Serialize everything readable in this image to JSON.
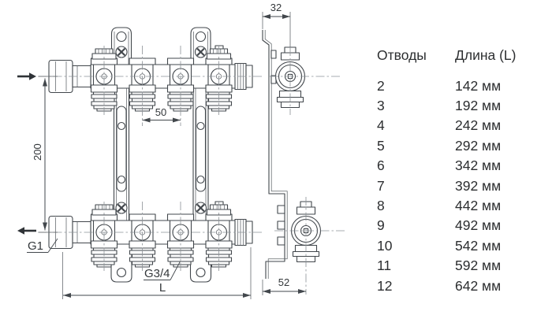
{
  "drawing": {
    "dims": {
      "height": "200",
      "spacing": "50",
      "depth_top": "32",
      "depth_bottom": "52",
      "length": "L"
    },
    "threads": {
      "main": "G1",
      "outlet": "G3/4"
    }
  },
  "table": {
    "header": {
      "outlets": "Отводы",
      "length": "Длина (L)"
    },
    "rows": [
      {
        "outlets": "2",
        "length": "142 мм"
      },
      {
        "outlets": "3",
        "length": "192 мм"
      },
      {
        "outlets": "4",
        "length": "242 мм"
      },
      {
        "outlets": "5",
        "length": "292 мм"
      },
      {
        "outlets": "6",
        "length": "342 мм"
      },
      {
        "outlets": "7",
        "length": "392 мм"
      },
      {
        "outlets": "8",
        "length": "442 мм"
      },
      {
        "outlets": "9",
        "length": "492 мм"
      },
      {
        "outlets": "10",
        "length": "542 мм"
      },
      {
        "outlets": "11",
        "length": "592 мм"
      },
      {
        "outlets": "12",
        "length": "642 мм"
      }
    ]
  },
  "colors": {
    "line": "#42474c",
    "centerline": "#8b9196",
    "text": "#2c2e30",
    "background": "#ffffff"
  }
}
